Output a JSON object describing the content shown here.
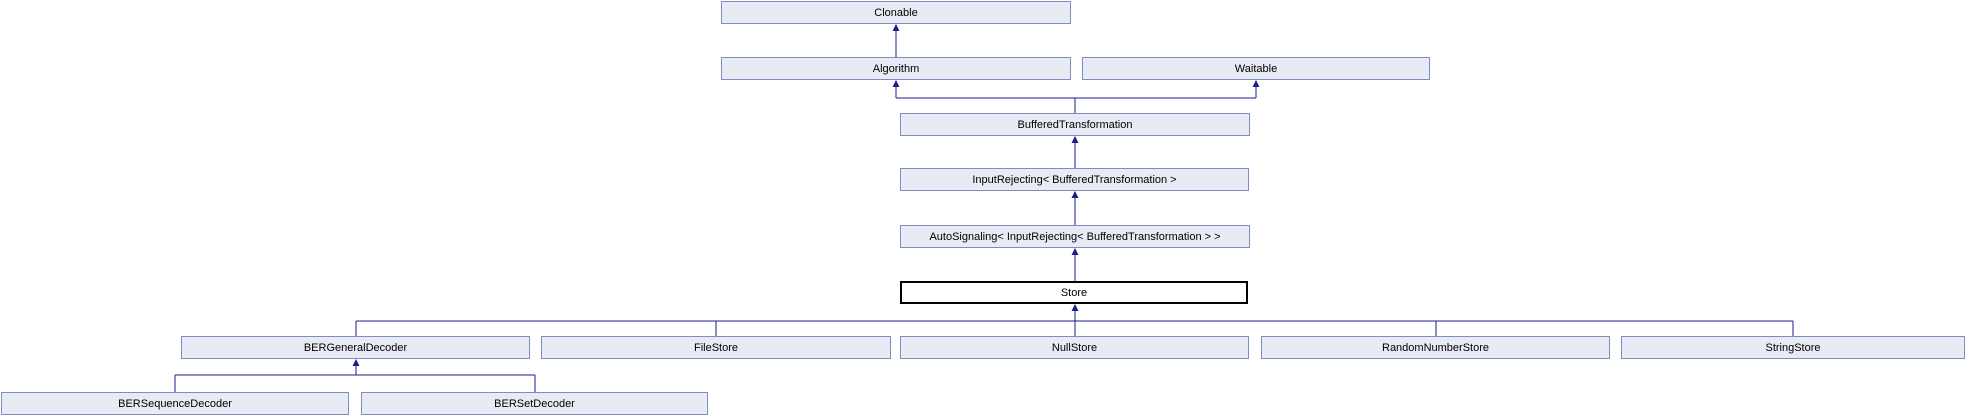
{
  "diagram_type": "class-inheritance-diagram",
  "current_class": "Store",
  "nodes": {
    "clonable": {
      "label": "Clonable"
    },
    "algorithm": {
      "label": "Algorithm"
    },
    "waitable": {
      "label": "Waitable"
    },
    "buffered_transformation": {
      "label": "BufferedTransformation"
    },
    "input_rejecting": {
      "label": "InputRejecting< BufferedTransformation >"
    },
    "auto_signaling": {
      "label": "AutoSignaling< InputRejecting< BufferedTransformation > >"
    },
    "store": {
      "label": "Store"
    },
    "ber_general_decoder": {
      "label": "BERGeneralDecoder"
    },
    "file_store": {
      "label": "FileStore"
    },
    "null_store": {
      "label": "NullStore"
    },
    "random_number_store": {
      "label": "RandomNumberStore"
    },
    "string_store": {
      "label": "StringStore"
    },
    "ber_sequence_decoder": {
      "label": "BERSequenceDecoder"
    },
    "ber_set_decoder": {
      "label": "BERSetDecoder"
    }
  },
  "colors": {
    "node_fill": "#e8ebf4",
    "node_border": "#7c8ec0",
    "current_node_fill": "#ffffff",
    "current_node_border": "#000000",
    "edge_color": "#1b1b8c",
    "text_color": "#000000"
  }
}
